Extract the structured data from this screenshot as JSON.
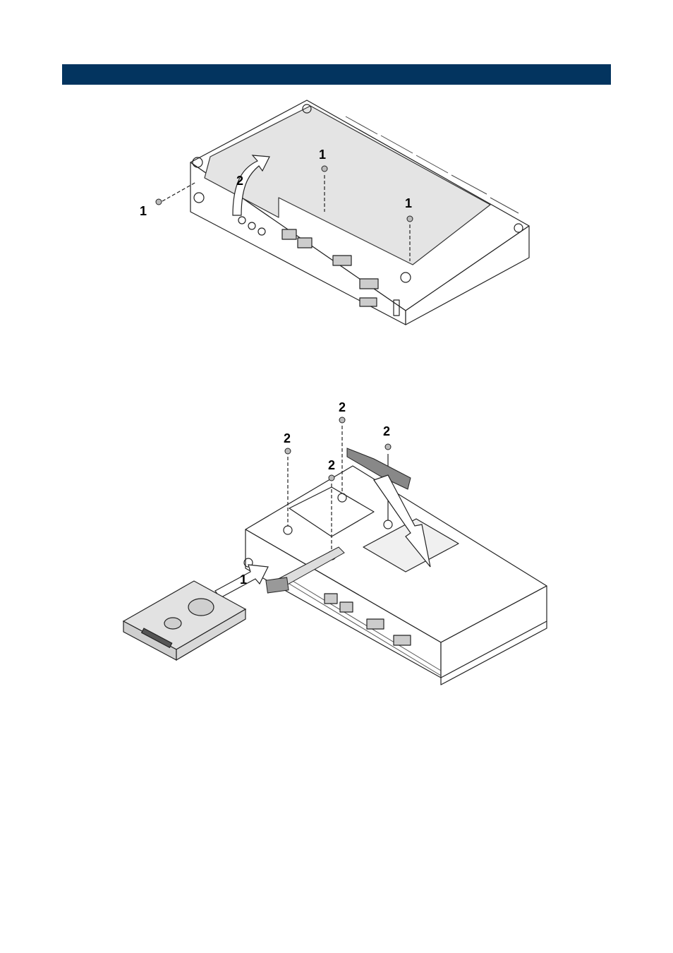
{
  "header_bar": {
    "color": "#03345f"
  },
  "figure_top": {
    "callouts": {
      "screw_left": "1",
      "screw_mid": "1",
      "screw_right": "1",
      "lift_arrow": "2"
    }
  },
  "figure_bottom": {
    "callouts": {
      "sata_arrow": "1",
      "screw_a": "2",
      "screw_b": "2",
      "screw_c": "2",
      "screw_d": "2"
    }
  }
}
